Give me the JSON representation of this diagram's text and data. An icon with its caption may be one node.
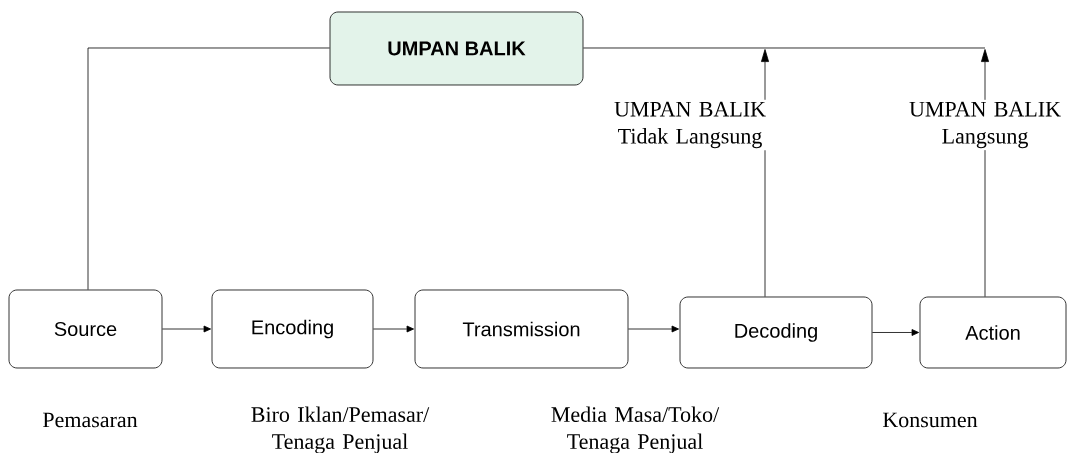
{
  "diagram": {
    "nodes": [
      {
        "text": [
          "UMPAN BALIK"
        ]
      },
      {
        "text": [
          "Source"
        ],
        "beside": [
          "Pemasaran"
        ]
      },
      {
        "text": [
          "Encoding"
        ],
        "beside": [
          "Biro Iklan/Pemasar/ Tenaga Penjual"
        ]
      },
      {
        "text": [
          "Transmission"
        ],
        "beside": [
          "Media Masa/Toko/ Tenaga Penjual"
        ]
      },
      {
        "text": [
          "Decoding"
        ]
      },
      {
        "text": [
          "Action"
        ],
        "beside": [
          "Konsumen"
        ]
      }
    ],
    "edges": [
      {
        "from": 0,
        "to": 1,
        "arrow": "none"
      },
      {
        "from": 1,
        "to": 2,
        "arrow": "to"
      },
      {
        "from": 2,
        "to": 3,
        "arrow": "to"
      },
      {
        "from": 3,
        "to": 4,
        "arrow": "to"
      },
      {
        "from": 4,
        "to": 5,
        "arrow": "to"
      },
      {
        "from": 4,
        "to": null,
        "arrow": "to",
        "label": "UMPAN BALIK Tidak Langsung"
      },
      {
        "from": 5,
        "to": null,
        "arrow": "to",
        "label": "UMPAN BALIK Langsung"
      }
    ]
  }
}
